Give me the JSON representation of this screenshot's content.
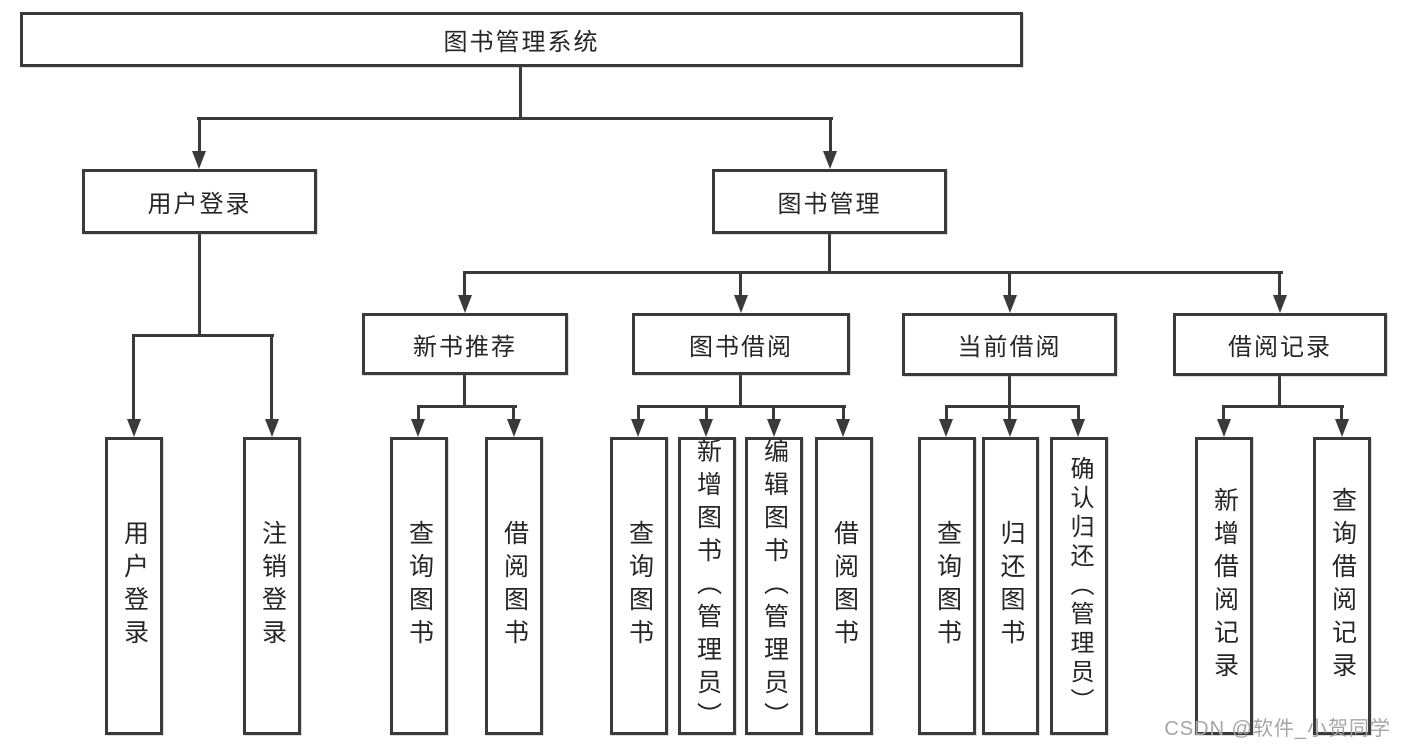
{
  "diagram_type": "hierarchy-tree",
  "tree": {
    "label": "图书管理系统",
    "children": [
      {
        "label": "用户登录",
        "children": [
          {
            "label": "用户登录"
          },
          {
            "label": "注销登录"
          }
        ]
      },
      {
        "label": "图书管理",
        "children": [
          {
            "label": "新书推荐",
            "children": [
              {
                "label": "查询图书"
              },
              {
                "label": "借阅图书"
              }
            ]
          },
          {
            "label": "图书借阅",
            "children": [
              {
                "label": "查询图书"
              },
              {
                "label": "新增图书（管理员）"
              },
              {
                "label": "编辑图书（管理员）"
              },
              {
                "label": "借阅图书"
              }
            ]
          },
          {
            "label": "当前借阅",
            "children": [
              {
                "label": "查询图书"
              },
              {
                "label": "归还图书"
              },
              {
                "label": "确认归还（管理员）"
              }
            ]
          },
          {
            "label": "借阅记录",
            "children": [
              {
                "label": "新增借阅记录"
              },
              {
                "label": "查询借阅记录"
              }
            ]
          }
        ]
      }
    ]
  },
  "watermark": {
    "text": "CSDN @软件_小贺同学"
  },
  "colors": {
    "line": "#3a3a3a",
    "box_border": "#3a3a3a",
    "box_fill": "#ffffff",
    "text": "#262626",
    "watermark": "#a6a6a6",
    "background": "#ffffff"
  }
}
